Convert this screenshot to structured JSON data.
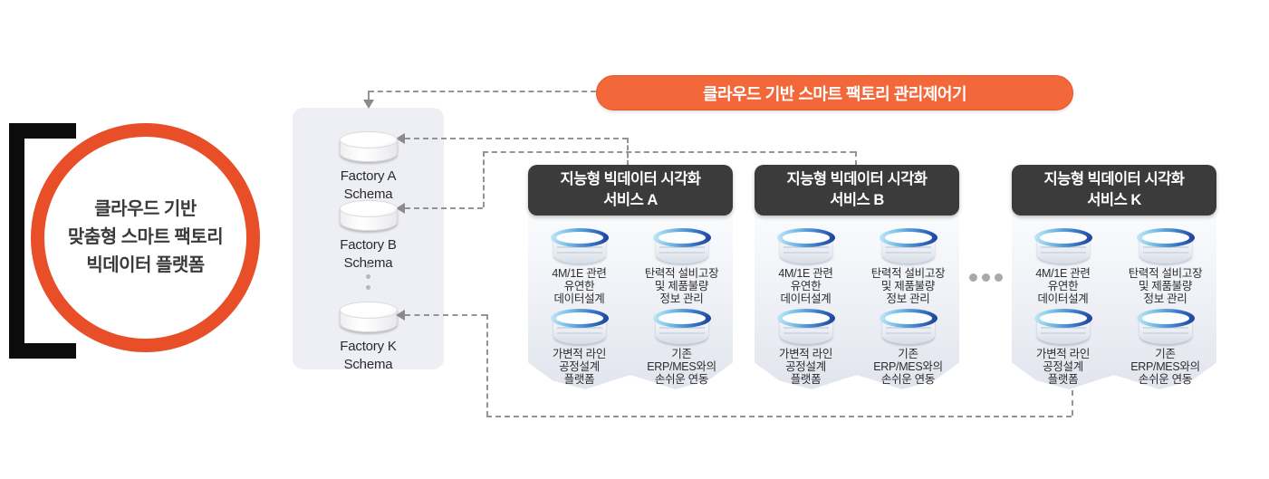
{
  "badge": {
    "line1": "클라우드 기반",
    "line2": "맞춤형 스마트 팩토리",
    "line3": "빅데이터 플랫폼"
  },
  "controller": {
    "label": "클라우드 기반 스마트 팩토리 관리제어기"
  },
  "schema_panel": {
    "factories": [
      {
        "name": "Factory A",
        "sub": "Schema"
      },
      {
        "name": "Factory B",
        "sub": "Schema"
      },
      {
        "name": "Factory K",
        "sub": "Schema"
      }
    ]
  },
  "services": [
    {
      "title": "지능형 빅데이터 시각화",
      "subtitle": "서비스 A"
    },
    {
      "title": "지능형 빅데이터 시각화",
      "subtitle": "서비스 B"
    },
    {
      "title": "지능형 빅데이터 시각화",
      "subtitle": "서비스 K"
    }
  ],
  "service_items": [
    {
      "line1": "4M/1E 관련",
      "line2": "유연한",
      "line3": "데이터설계"
    },
    {
      "line1": "탄력적 설비고장",
      "line2": "및 제품불량",
      "line3": "정보 관리"
    },
    {
      "line1": "가변적 라인",
      "line2": "공정설계",
      "line3": "플랫폼"
    },
    {
      "line1": "기존",
      "line2": "ERP/MES와의",
      "line3": "손쉬운 연동"
    }
  ],
  "icons": {
    "database_blue": "database-cylinder-blue-top",
    "database_white": "database-cylinder-white",
    "panel_ellipsis": "vertical-dots",
    "services_ellipsis": "horizontal-dots",
    "arrow": "dashed-arrow"
  },
  "colors": {
    "pill_orange": "#F2683B",
    "ring_orange": "#E84E27",
    "header_dark": "#3B3B3C",
    "panel_bg": "#EDEFF4",
    "dash_gray": "#949494",
    "db_blue_dark": "#1C3C96",
    "db_blue_light": "#C9EBF7"
  }
}
